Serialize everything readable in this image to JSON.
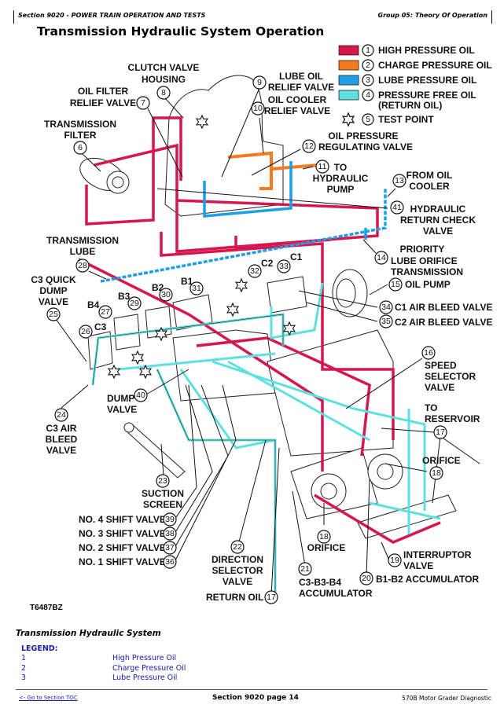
{
  "header": {
    "section": "Section 9020 - POWER TRAIN OPERATION AND TESTS",
    "group": "Group 05: Theory Of Operation"
  },
  "page_title": "Transmission Hydraulic System Operation",
  "diagram": {
    "figure_id": "T6487BZ",
    "colors": {
      "high_pressure": "#d4174f",
      "charge_pressure": "#f47a1f",
      "lube_pressure": "#1e9ee6",
      "return_oil": "#5fe0e0"
    },
    "key": [
      {
        "num": "1",
        "label": "HIGH PRESSURE OIL",
        "swatch": "high_pressure"
      },
      {
        "num": "2",
        "label": "CHARGE PRESSURE OIL",
        "swatch": "charge_pressure"
      },
      {
        "num": "3",
        "label": "LUBE PRESSURE OIL",
        "swatch": "lube_pressure"
      },
      {
        "num": "4",
        "label": "PRESSURE FREE OIL",
        "label2": "(RETURN OIL)",
        "swatch": "return_oil"
      },
      {
        "num": "5",
        "label": "TEST POINT",
        "icon": "test-point-icon"
      }
    ],
    "callouts": {
      "c6": {
        "num": "6",
        "lines": [
          "TRANSMISSION",
          "FILTER"
        ]
      },
      "c7": {
        "num": "7",
        "lines": [
          "OIL FILTER",
          "RELIEF VALVE"
        ]
      },
      "c8": {
        "num": "8",
        "lines": [
          "CLUTCH VALVE",
          "HOUSING"
        ]
      },
      "c9": {
        "num": "9",
        "lines": [
          "LUBE OIL",
          "RELIEF VALVE"
        ]
      },
      "c10": {
        "num": "10",
        "lines": [
          "OIL COOLER",
          "RELIEF VALVE"
        ]
      },
      "c11": {
        "num": "11",
        "lines": [
          "TO",
          "HYDRAULIC",
          "PUMP"
        ]
      },
      "c12": {
        "num": "12",
        "lines": [
          "OIL PRESSURE",
          "REGULATING VALVE"
        ]
      },
      "c13": {
        "num": "13",
        "lines": [
          "FROM OIL",
          "COOLER"
        ]
      },
      "c41": {
        "num": "41",
        "lines": [
          "HYDRAULIC",
          "RETURN CHECK",
          "VALVE"
        ]
      },
      "c14": {
        "num": "14",
        "lines": [
          "PRIORITY",
          "LUBE ORIFICE"
        ]
      },
      "c15": {
        "num": "15",
        "lines": [
          "TRANSMISSION",
          "OIL PUMP"
        ]
      },
      "c34": {
        "num": "34",
        "lines": [
          "C1 AIR BLEED VALVE"
        ]
      },
      "c35": {
        "num": "35",
        "lines": [
          "C2 AIR BLEED VALVE"
        ]
      },
      "c16": {
        "num": "16",
        "lines": [
          "SPEED",
          "SELECTOR",
          "VALVE"
        ]
      },
      "c17a": {
        "num": "17",
        "lines": [
          "TO",
          "RESERVOIR"
        ]
      },
      "c18a": {
        "num": "18",
        "lines": [
          "ORIFICE"
        ]
      },
      "c19": {
        "num": "19",
        "lines": [
          "INTERRUPTOR",
          "VALVE"
        ]
      },
      "c20": {
        "num": "20",
        "lines": [
          "B1-B2 ACCUMULATOR"
        ]
      },
      "c21": {
        "num": "21",
        "lines": [
          "C3-B3-B4",
          "ACCUMULATOR"
        ]
      },
      "c18b": {
        "num": "18",
        "lines": [
          "ORIFICE"
        ]
      },
      "c17b": {
        "num": "17",
        "lines": [
          "RETURN OIL"
        ]
      },
      "c22": {
        "num": "22",
        "lines": [
          "DIRECTION",
          "SELECTOR",
          "VALVE"
        ]
      },
      "c36": {
        "num": "36",
        "lines": [
          "NO. 1 SHIFT VALVE"
        ]
      },
      "c37": {
        "num": "37",
        "lines": [
          "NO. 2 SHIFT VALVE"
        ]
      },
      "c38": {
        "num": "38",
        "lines": [
          "NO. 3 SHIFT VALVE"
        ]
      },
      "c39": {
        "num": "39",
        "lines": [
          "NO. 4 SHIFT VALVE"
        ]
      },
      "c23": {
        "num": "23",
        "lines": [
          "SUCTION",
          "SCREEN"
        ]
      },
      "c24": {
        "num": "24",
        "lines": [
          "C3 AIR",
          "BLEED",
          "VALVE"
        ]
      },
      "c40": {
        "num": "40",
        "lines": [
          "DUMP",
          "VALVE"
        ]
      },
      "c25": {
        "num": "25",
        "lines": [
          "C3 QUICK",
          "DUMP",
          "VALVE"
        ]
      },
      "c28": {
        "num": "28",
        "lines": [
          "TRANSMISSION",
          "LUBE"
        ]
      },
      "c26": {
        "num": "26",
        "lines": [
          "C3"
        ]
      },
      "c27": {
        "num": "27",
        "lines": [
          "B4"
        ]
      },
      "c29": {
        "num": "29",
        "lines": [
          "B3"
        ]
      },
      "c30": {
        "num": "30",
        "lines": [
          "B2"
        ]
      },
      "c31": {
        "num": "31",
        "lines": [
          "B1"
        ]
      },
      "c32": {
        "num": "32",
        "lines": [
          "C2"
        ]
      },
      "c33": {
        "num": "33",
        "lines": [
          "C1"
        ]
      }
    }
  },
  "caption": "Transmission Hydraulic System",
  "legend": {
    "title": "LEGEND:",
    "items": [
      {
        "num": "1",
        "label": "High Pressure Oil"
      },
      {
        "num": "2",
        "label": "Charge Pressure Oil"
      },
      {
        "num": "3",
        "label": "Lube Pressure Oil"
      }
    ]
  },
  "footer": {
    "toc_link": "<- Go to Section TOC",
    "page": "Section 9020 page 14",
    "doc_title": "570B Motor Grader Diagnostic"
  }
}
